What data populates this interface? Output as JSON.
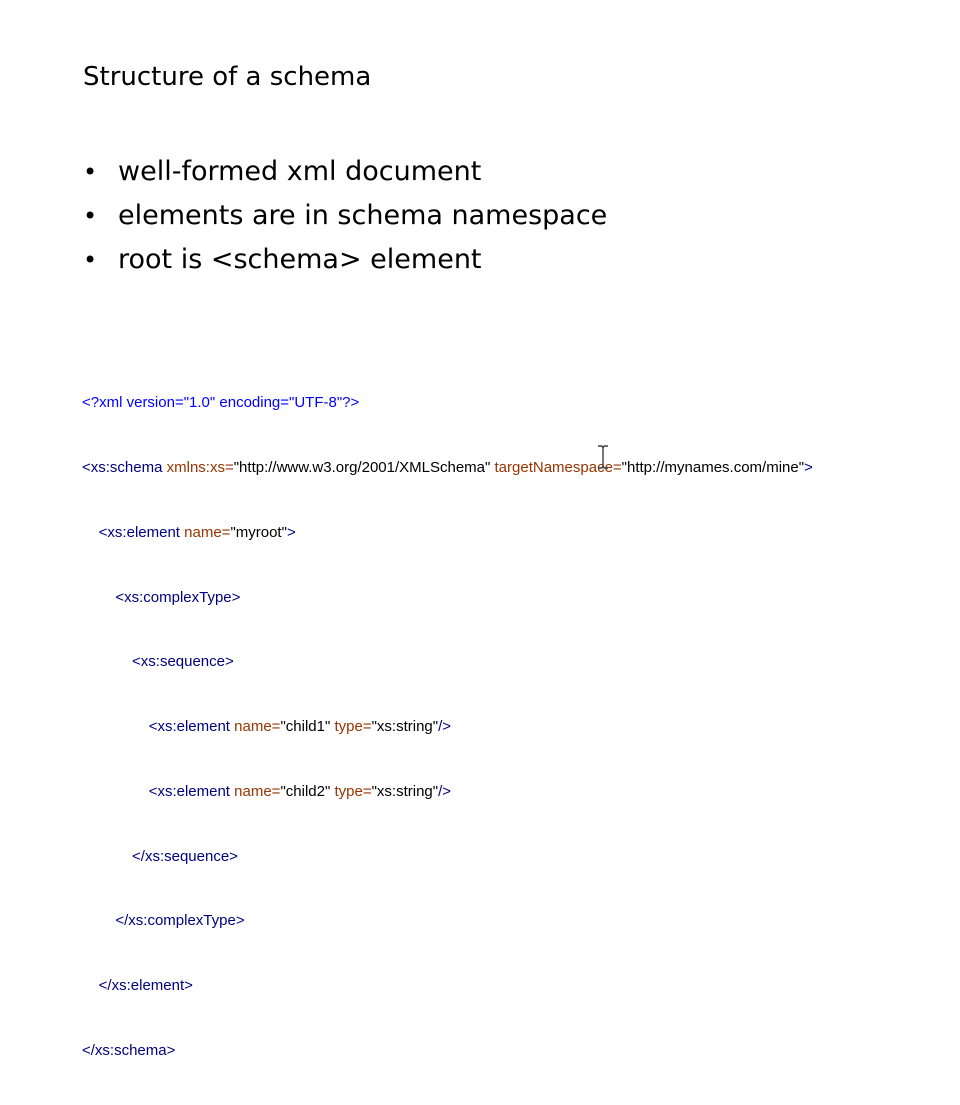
{
  "slide": {
    "title": "Structure of a schema",
    "bullets": [
      "well-formed xml document",
      "elements are in schema namespace",
      "root is <schema> element"
    ],
    "bullet_glyph": "•"
  },
  "code": {
    "line0": {
      "pi": "<?xml version=\"1.0\" encoding=\"UTF-8\"?>"
    },
    "line1": {
      "open": "<xs:schema",
      "a1": "xmlns:xs=",
      "v1": "\"http://www.w3.org/2001/XMLSchema\"",
      "a2": "targetNamespace=",
      "v2": "\"http://mynames.com/mine\"",
      "close": ">"
    },
    "line2": {
      "open": "<xs:element",
      "a1": "name=",
      "v1": "\"myroot\"",
      "close": ">"
    },
    "line3": {
      "tag": "<xs:complexType>"
    },
    "line4": {
      "tag": "<xs:sequence>"
    },
    "line5": {
      "open": "<xs:element",
      "a1": "name=",
      "v1": "\"child1\"",
      "a2": "type=",
      "v2": "\"xs:string\"",
      "close": "/>"
    },
    "line6": {
      "open": "<xs:element",
      "a1": "name=",
      "v1": "\"child2\"",
      "a2": "type=",
      "v2": "\"xs:string\"",
      "close": "/>"
    },
    "line7": {
      "tag": "</xs:sequence>"
    },
    "line8": {
      "tag": "</xs:complexType>"
    },
    "line9": {
      "tag": "</xs:element>"
    },
    "line10": {
      "tag": "</xs:schema>"
    }
  },
  "icons": {
    "cursor": "text-cursor-icon"
  },
  "colors": {
    "tag": "#000080",
    "attribute": "#993300",
    "value": "#000000",
    "processing_instruction": "#0000ff"
  }
}
